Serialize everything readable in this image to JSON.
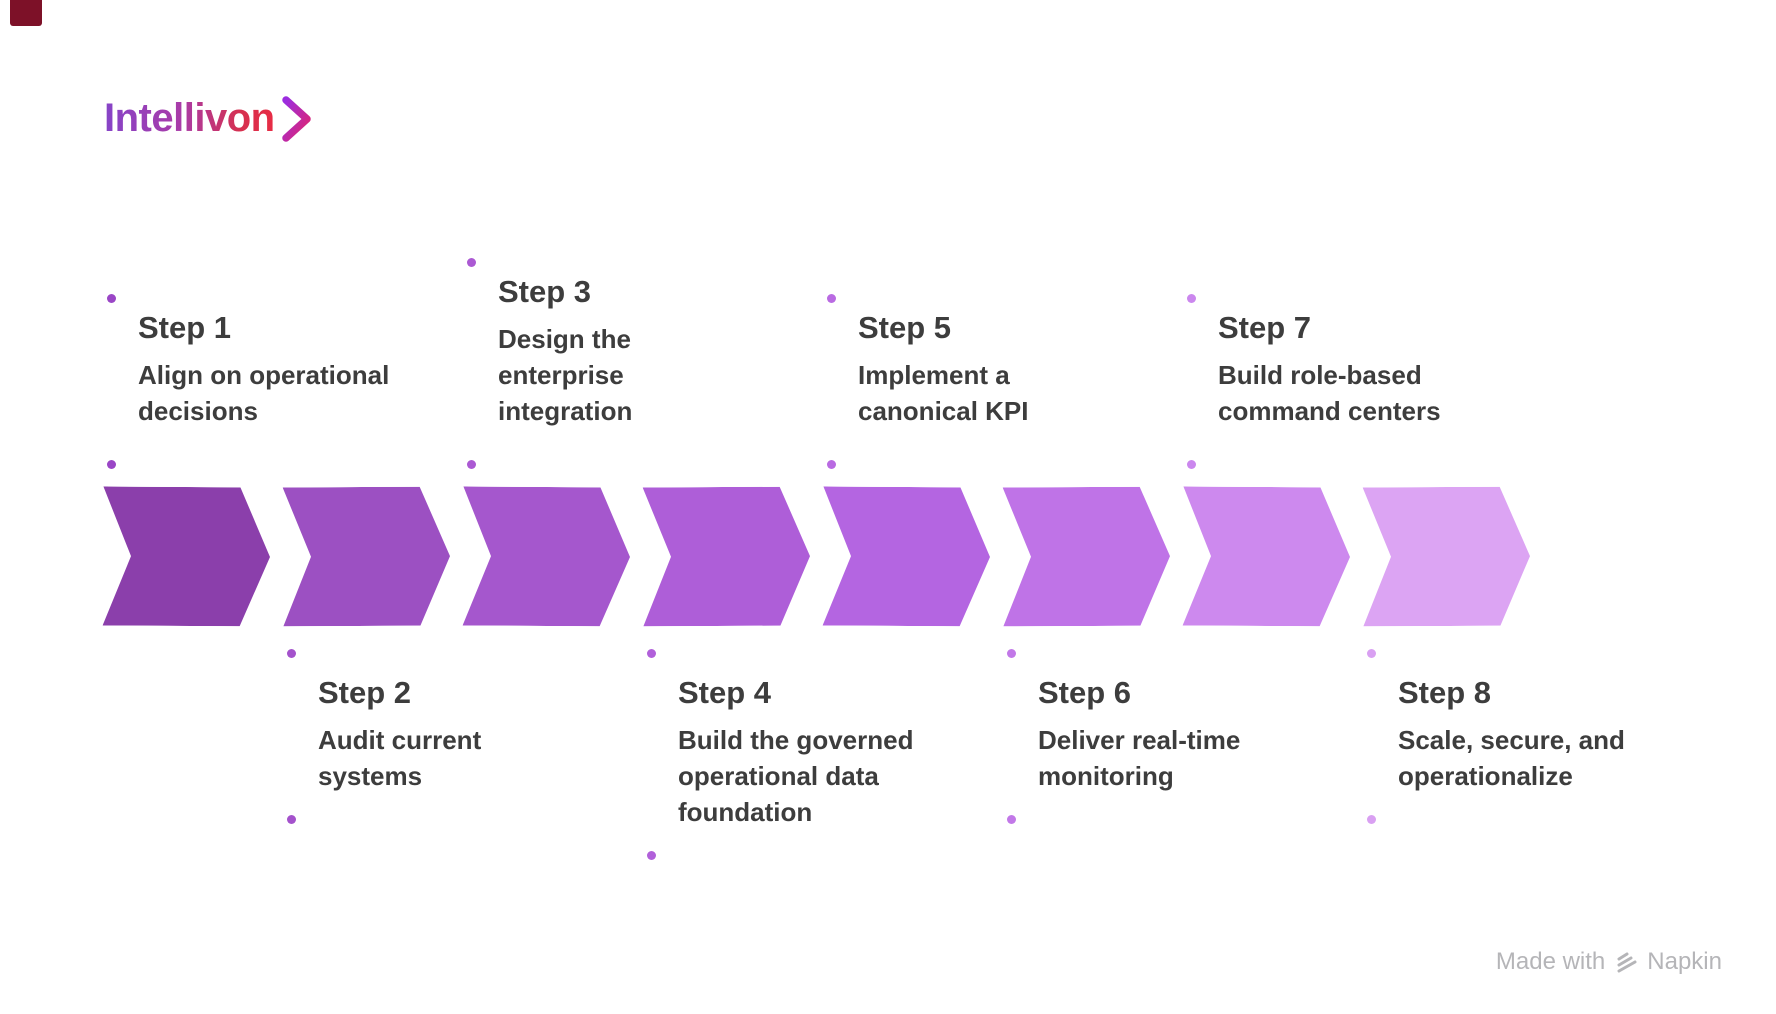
{
  "logo": {
    "text": "Intellivon",
    "icon": "chevron-right-icon",
    "gradient_start": "#8644c8",
    "gradient_end": "#e82c44"
  },
  "steps": [
    {
      "label": "Step 1",
      "description": "Align on operational\ndecisions",
      "row": "top",
      "arrow_color": "#8b3fab",
      "dot_color": "#9a46c6"
    },
    {
      "label": "Step 2",
      "description": "Audit current\nsystems",
      "row": "bottom",
      "arrow_color": "#9c50c2",
      "dot_color": "#a452cc"
    },
    {
      "label": "Step 3",
      "description": "Design the\nenterprise\nintegration",
      "row": "top",
      "arrow_color": "#a557cd",
      "dot_color": "#ab59d3"
    },
    {
      "label": "Step 4",
      "description": "Build the governed\noperational data\nfoundation",
      "row": "bottom",
      "arrow_color": "#ae5ed8",
      "dot_color": "#b160da"
    },
    {
      "label": "Step 5",
      "description": "Implement a\ncanonical KPI",
      "row": "top",
      "arrow_color": "#b465e1",
      "dot_color": "#b96ae2"
    },
    {
      "label": "Step 6",
      "description": "Deliver real-time\nmonitoring",
      "row": "bottom",
      "arrow_color": "#bf73e7",
      "dot_color": "#c278e8"
    },
    {
      "label": "Step 7",
      "description": "Build role-based\ncommand centers",
      "row": "top",
      "arrow_color": "#cd89ee",
      "dot_color": "#cb87ee"
    },
    {
      "label": "Step 8",
      "description": "Scale, secure, and\noperationalize",
      "row": "bottom",
      "arrow_color": "#dca4f3",
      "dot_color": "#d9a0f2"
    }
  ],
  "watermark": {
    "prefix": "Made with",
    "brand": "Napkin",
    "icon": "napkin-logo-icon"
  },
  "colors": {
    "text": "#3d3d3d",
    "background": "#ffffff",
    "watermark": "#b5b5b8",
    "corner_marker": "#7d1128"
  }
}
